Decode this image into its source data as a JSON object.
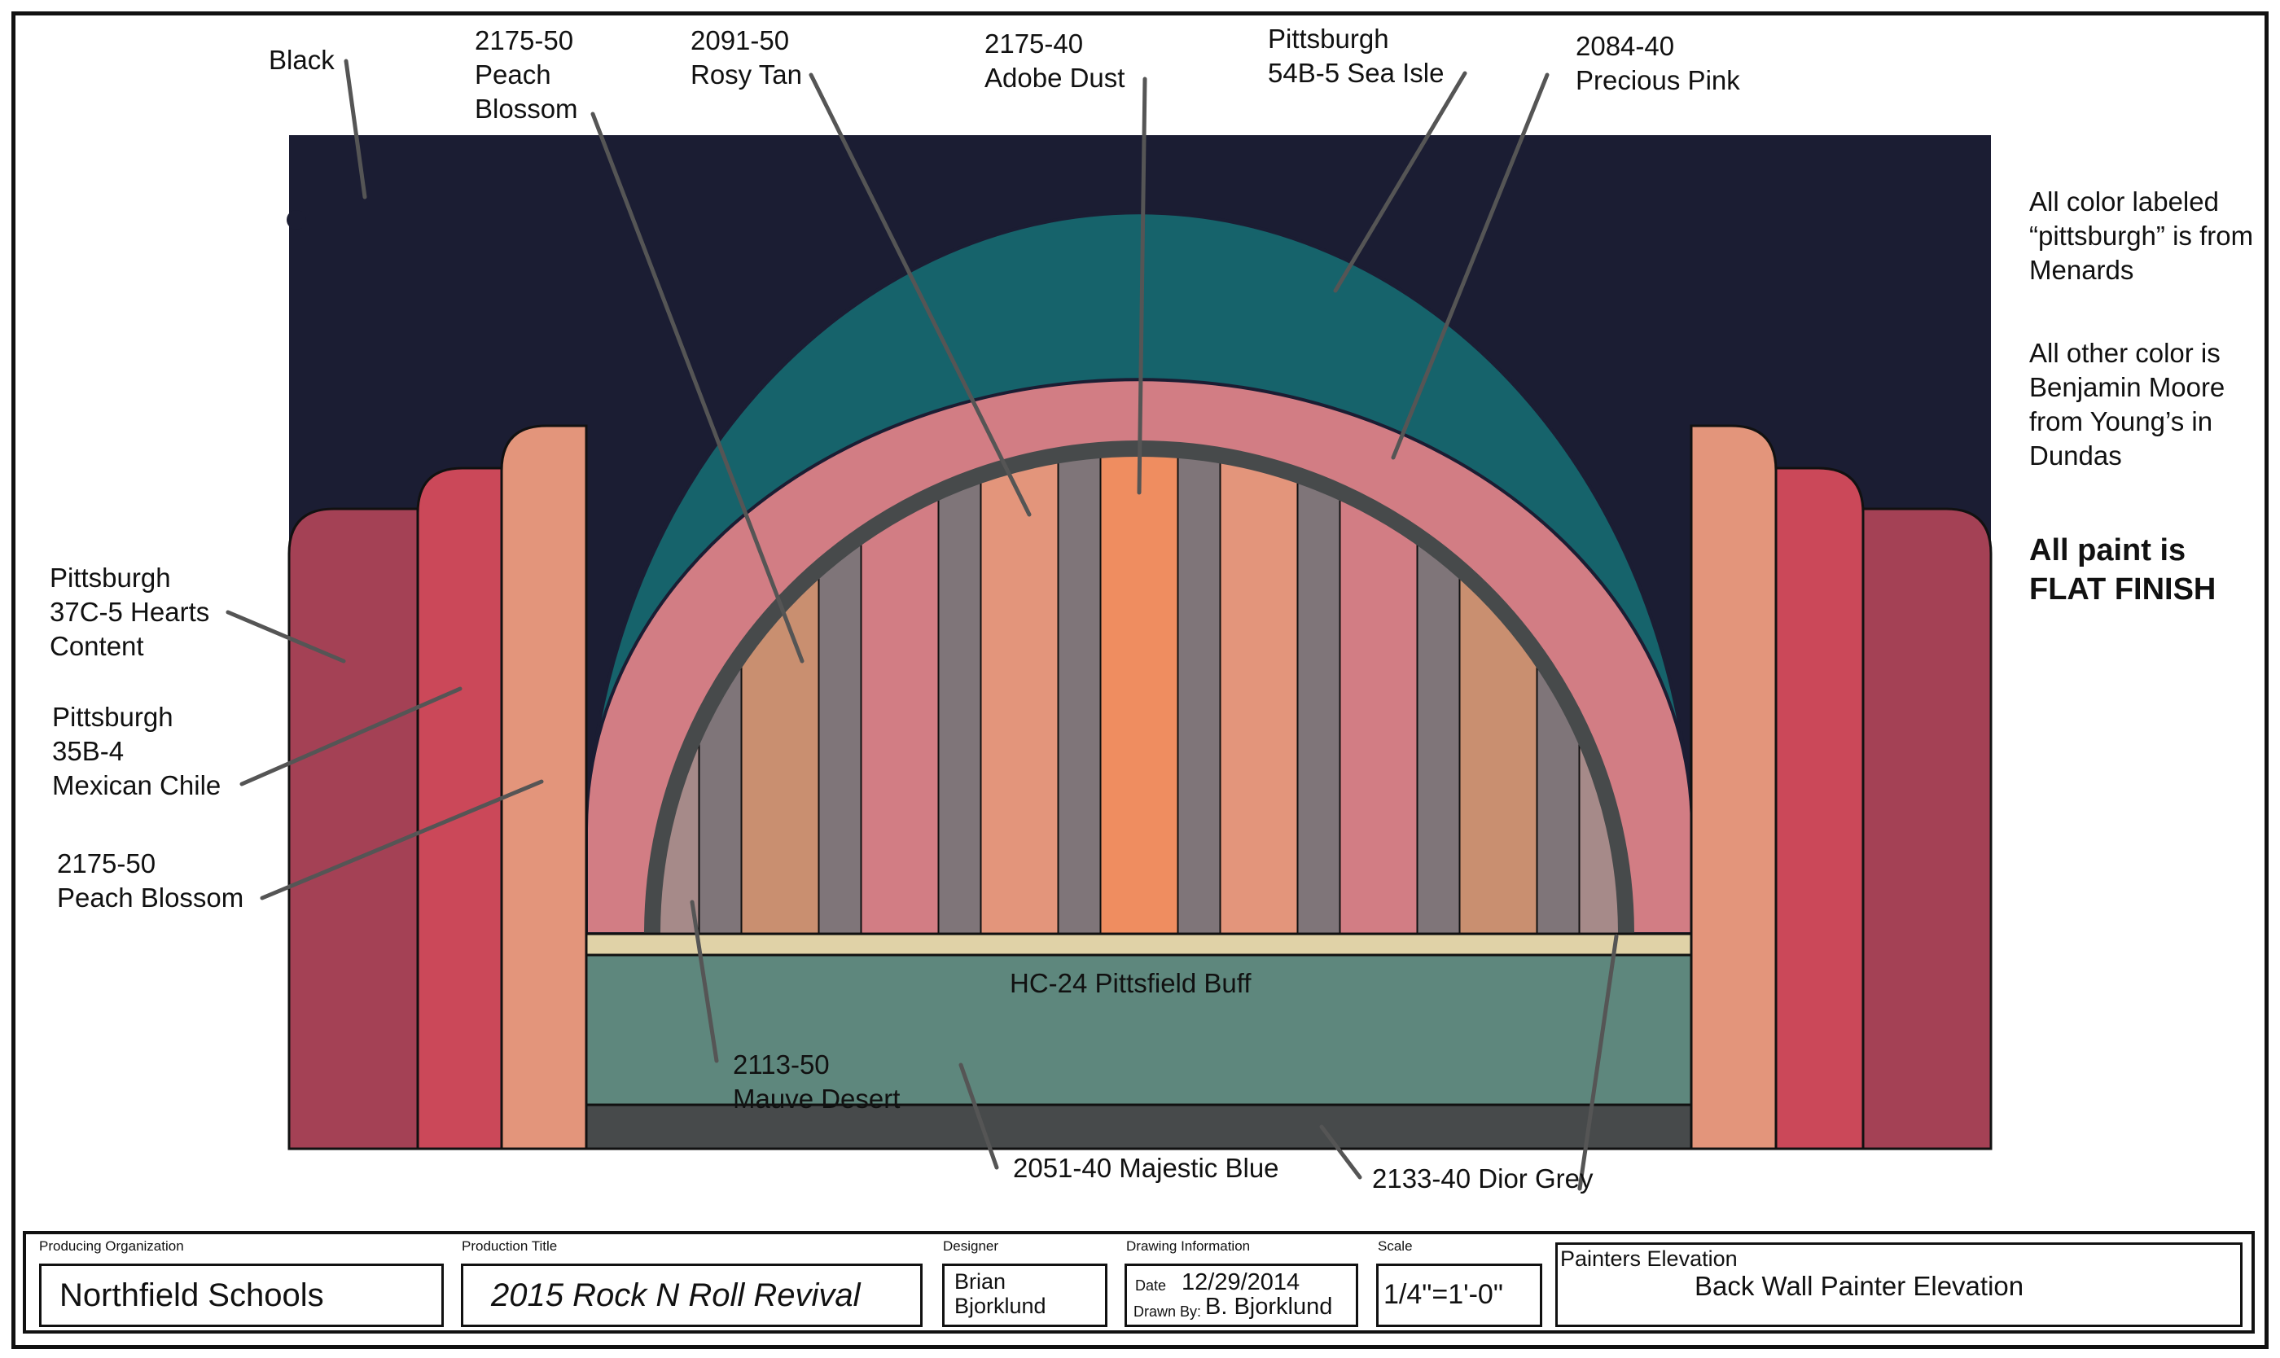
{
  "drawing": {
    "colors": {
      "backdrop_black": "#1b1d33",
      "sea_isle_teal": "#16636b",
      "precious_pink": "#d27d84",
      "dior_grey_ring": "#474a4b",
      "hearts_content": "#a44155",
      "mexican_chile": "#cb4859",
      "peach_blossom": "#e3957b",
      "rosy_tan": "#c98f70",
      "adobe_dust": "#ef8d60",
      "slat_grey": "#7f7579",
      "mauve_desert": "#a68a89",
      "pittsfield_buff": "#e0d2a7",
      "majestic_blue": "#5e877d",
      "base_dark": "#474a4b",
      "leader_line": "#555555"
    },
    "slats": [
      {
        "name": "mauve-desert",
        "color": "#a68a89"
      },
      {
        "name": "grey",
        "color": "#7f7579"
      },
      {
        "name": "rosy-tan",
        "color": "#c98f70"
      },
      {
        "name": "grey",
        "color": "#7f7579"
      },
      {
        "name": "precious-pink",
        "color": "#d27d84"
      },
      {
        "name": "grey",
        "color": "#7f7579"
      },
      {
        "name": "peach-blossom",
        "color": "#e3957b"
      },
      {
        "name": "grey",
        "color": "#7f7579"
      },
      {
        "name": "adobe-dust",
        "color": "#ef8d60"
      },
      {
        "name": "grey",
        "color": "#7f7579"
      },
      {
        "name": "peach-blossom",
        "color": "#e3957b"
      },
      {
        "name": "grey",
        "color": "#7f7579"
      },
      {
        "name": "precious-pink",
        "color": "#d27d84"
      },
      {
        "name": "grey",
        "color": "#7f7579"
      },
      {
        "name": "rosy-tan",
        "color": "#c98f70"
      },
      {
        "name": "grey",
        "color": "#7f7579"
      },
      {
        "name": "mauve-desert",
        "color": "#a68a89"
      }
    ]
  },
  "callouts": {
    "black": "Black",
    "peach_blossom_top": "2175-50\nPeach\nBlossom",
    "rosy_tan": "2091-50\nRosy Tan",
    "adobe_dust": "2175-40\nAdobe Dust",
    "sea_isle": "Pittsburgh\n54B-5 Sea Isle",
    "precious_pink": "2084-40\nPrecious Pink",
    "hearts_content": "Pittsburgh\n37C-5 Hearts\nContent",
    "mexican_chile": "Pittsburgh\n35B-4\nMexican Chile",
    "peach_blossom_left": "2175-50\nPeach Blossom",
    "pittsfield_buff": "HC-24 Pittsfield Buff",
    "mauve_desert": "2113-50\nMauve Desert",
    "majestic_blue": "2051-40 Majestic Blue",
    "dior_grey": "2133-40 Dior Grey"
  },
  "notes": {
    "pittsburgh_source": "All color labeled\n“pittsburgh” is from\nMenards",
    "other_source": "All other color is\nBenjamin Moore\nfrom Young’s in\nDundas",
    "finish": "All paint is\nFLAT FINISH"
  },
  "title_block": {
    "producing_org_caption": "Producing Organization",
    "producing_org": "Northfield Schools",
    "production_title_caption": "Production Title",
    "production_title": "2015 Rock N Roll Revival",
    "designer_caption": "Designer",
    "designer": "Brian\nBjorklund",
    "drawing_info_caption": "Drawing Information",
    "date_label": "Date",
    "date": "12/29/2014",
    "drawn_by_label": "Drawn By:",
    "drawn_by": "B. Bjorklund",
    "scale_caption": "Scale",
    "scale": "1/4\"=1'-0\"",
    "sheet_caption": "Painters Elevation",
    "sheet_title": "Back Wall Painter Elevation"
  }
}
